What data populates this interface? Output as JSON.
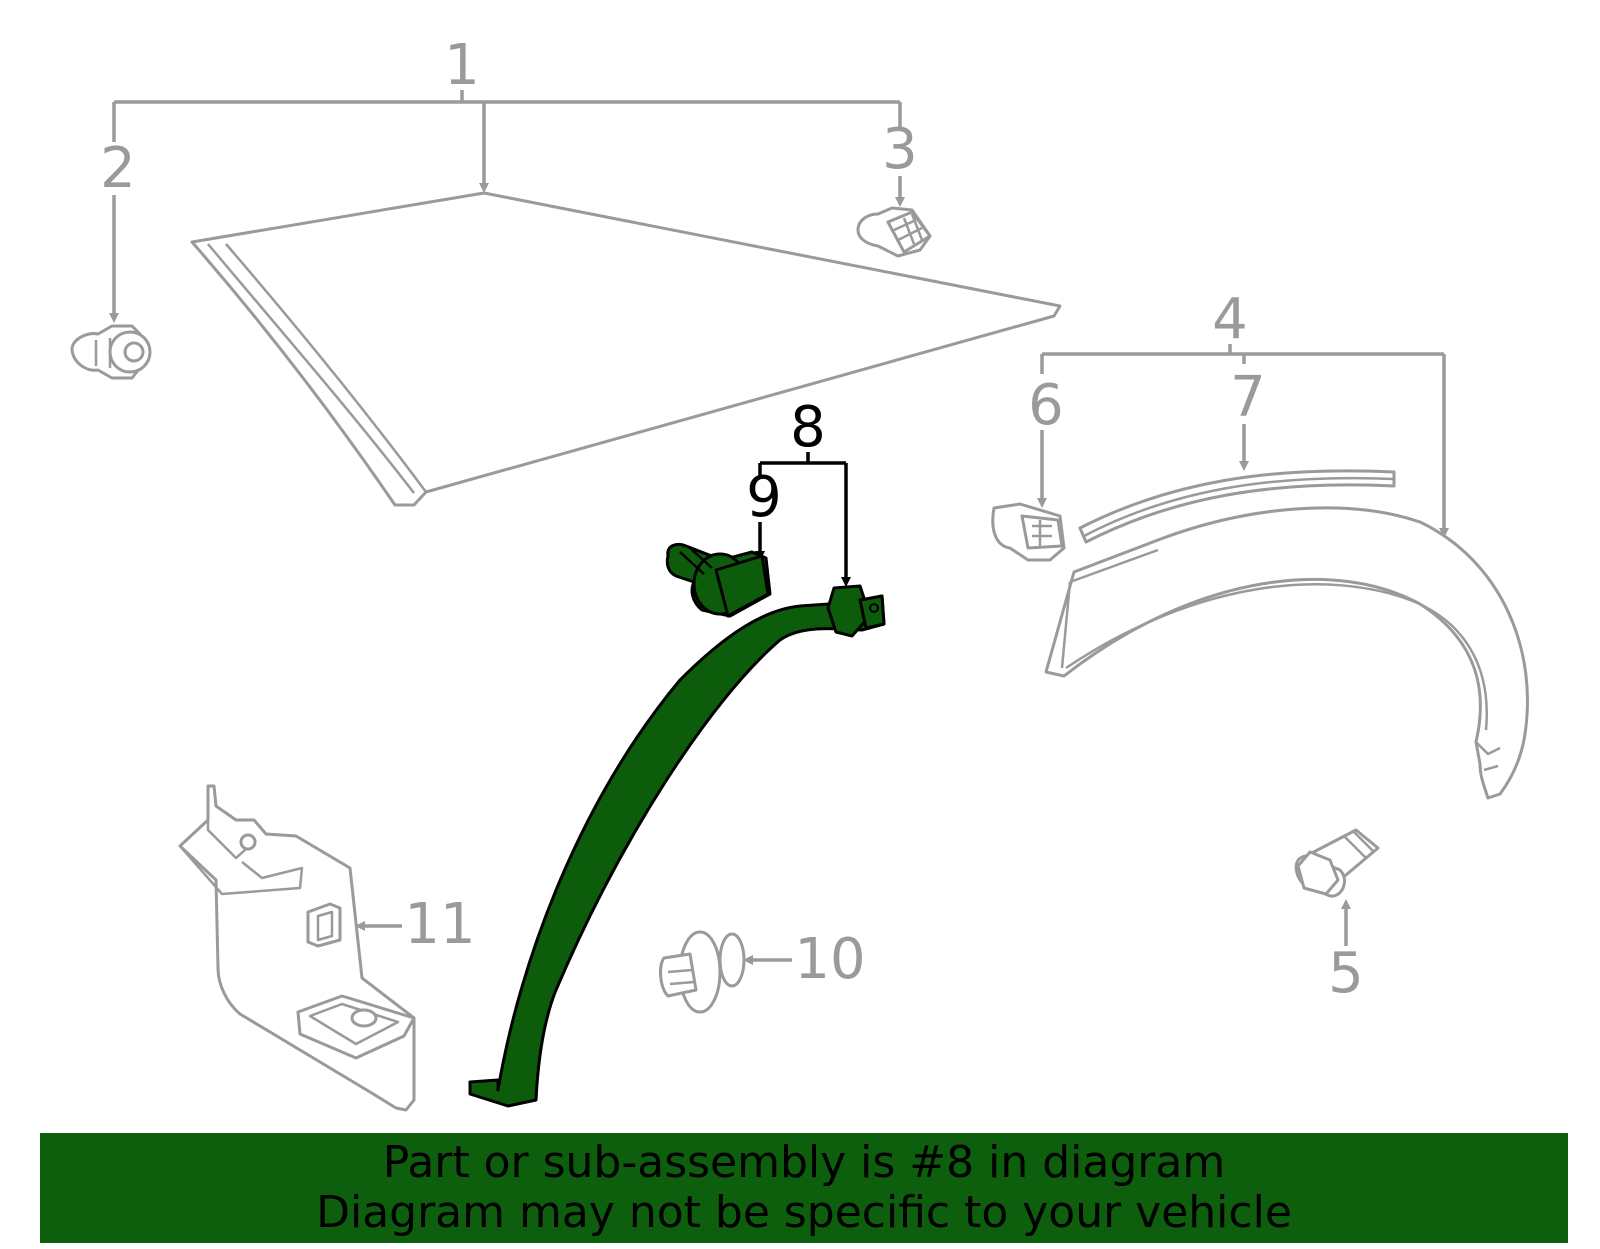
{
  "callouts": {
    "c1": "1",
    "c2": "2",
    "c3": "3",
    "c4": "4",
    "c5": "5",
    "c6": "6",
    "c7": "7",
    "c8": "8",
    "c9": "9",
    "c10": "10",
    "c11": "11"
  },
  "colors": {
    "highlight": "#0c5c0c",
    "banner": "#0d5e0d",
    "line_art": "#9a9a9a"
  },
  "banner": {
    "line1": "Part or sub-assembly is #8 in diagram",
    "line2": "Diagram may not be specific to your vehicle"
  }
}
